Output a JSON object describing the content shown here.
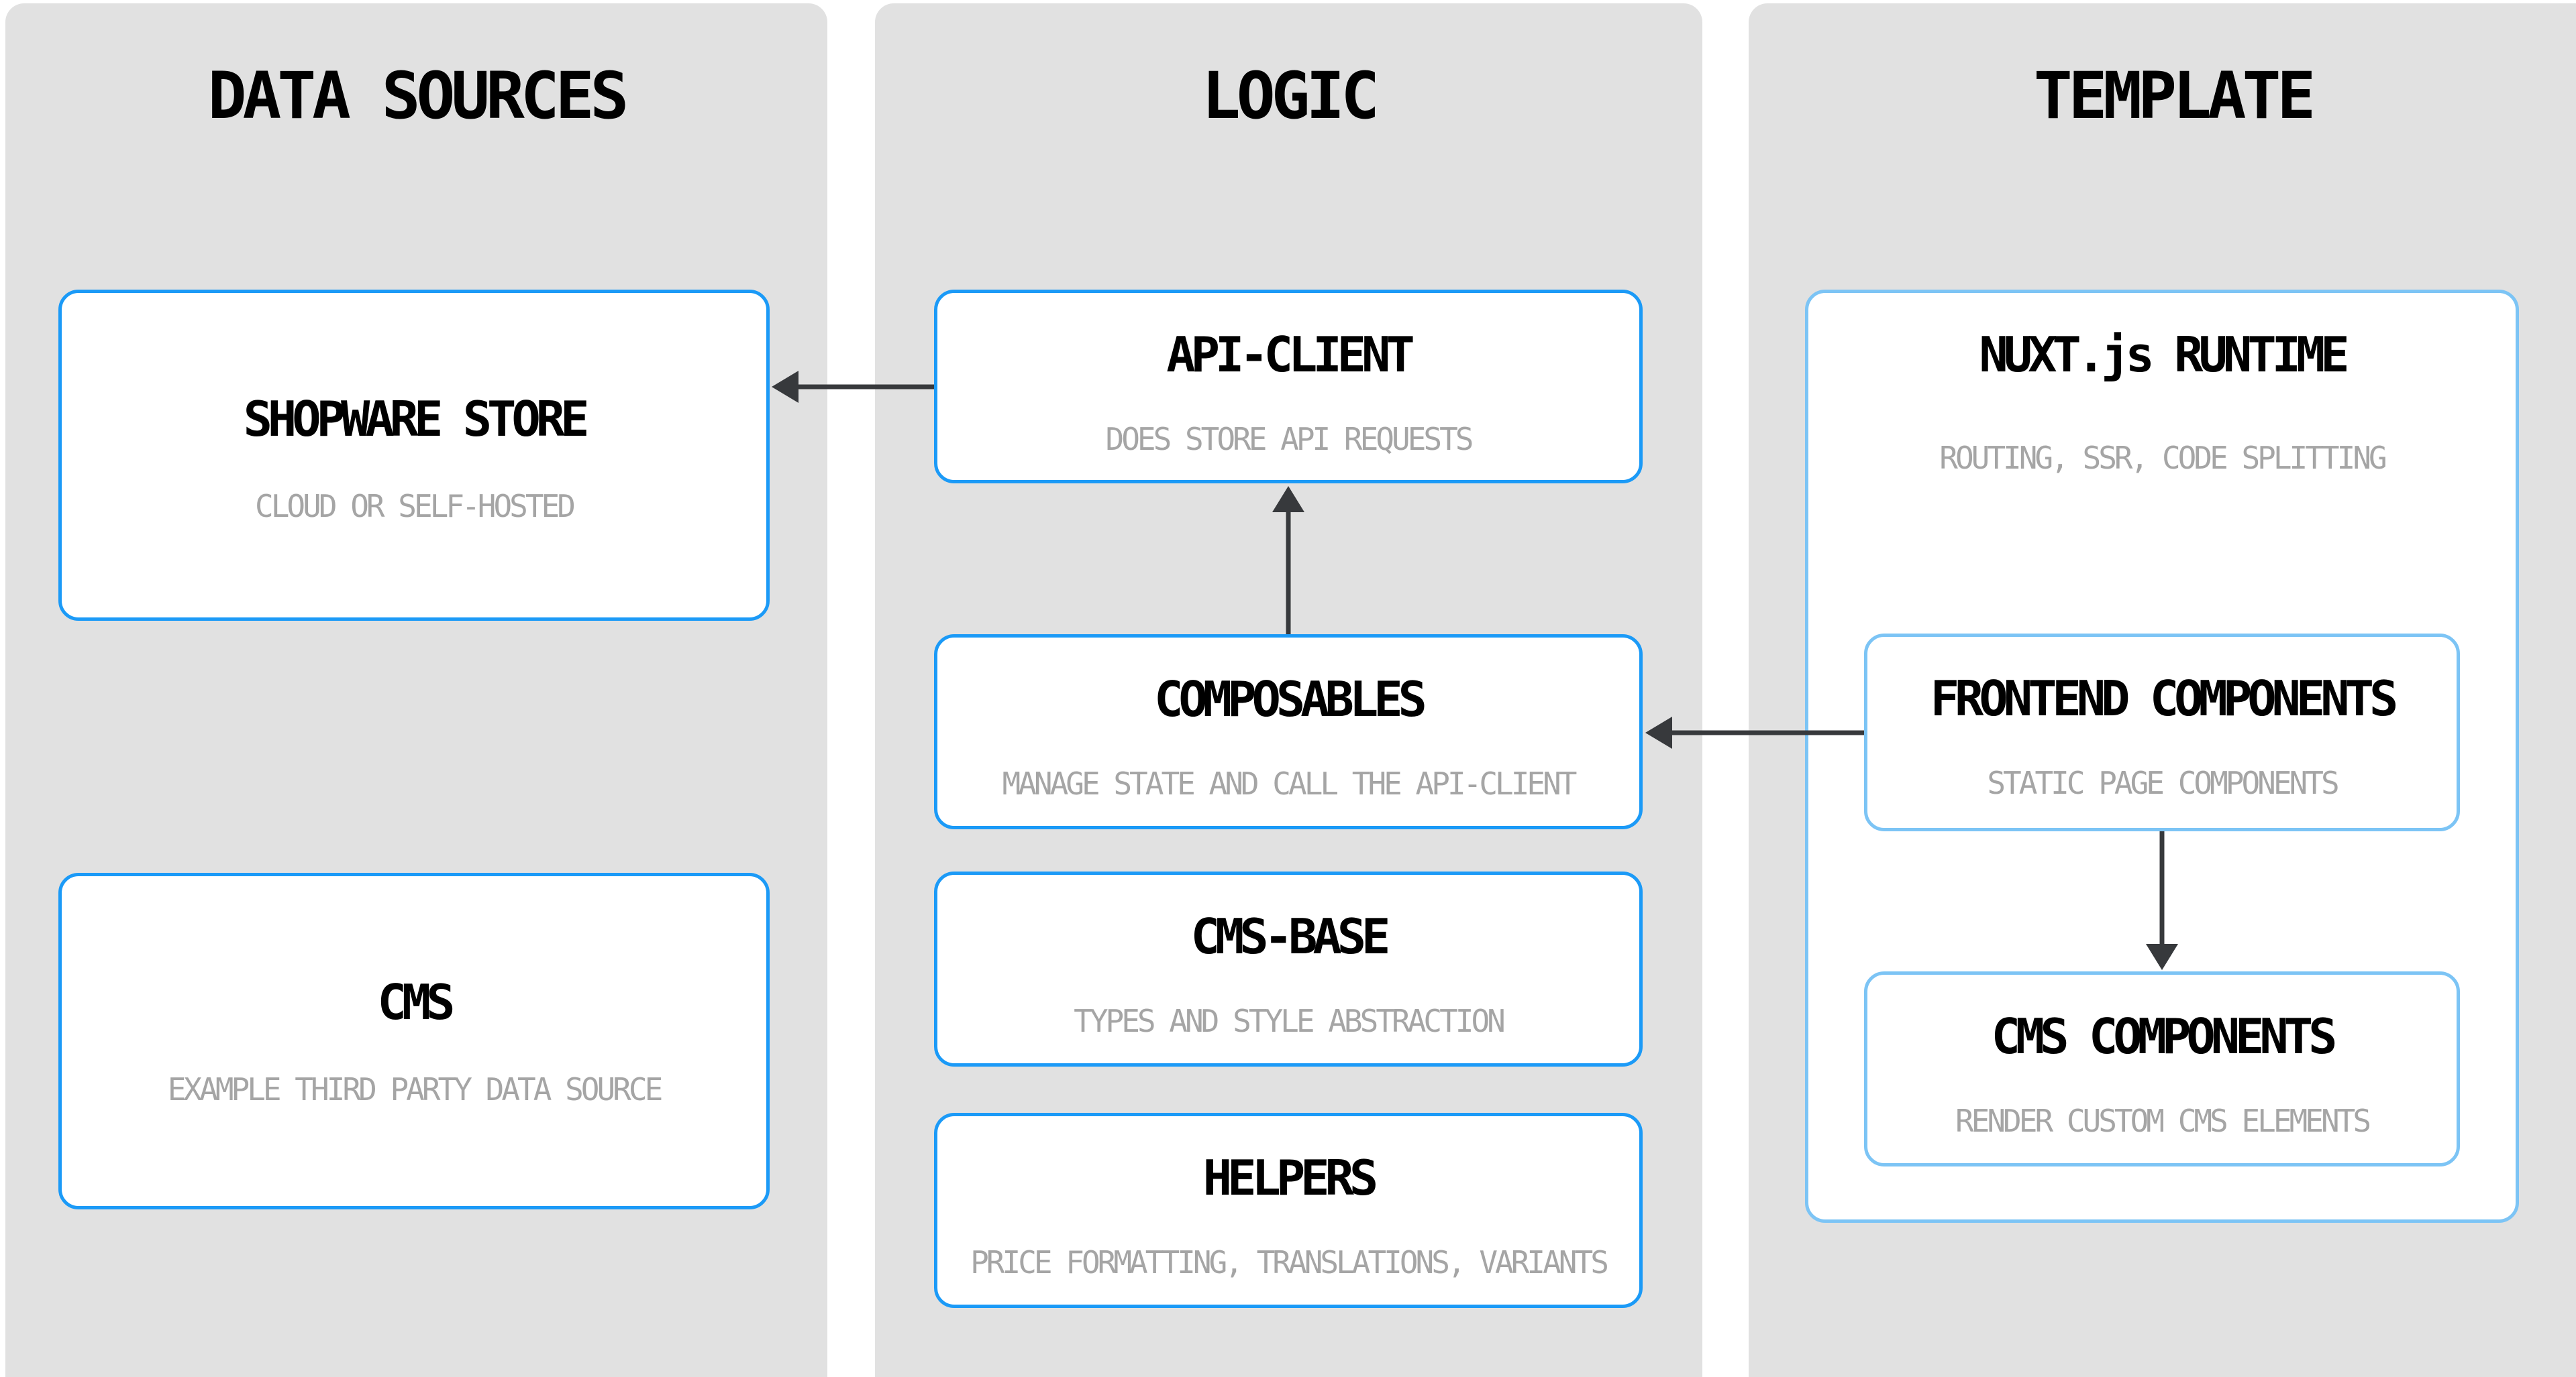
{
  "columns": [
    {
      "title": "DATA SOURCES",
      "boxes": [
        {
          "title": "SHOPWARE STORE",
          "subtitle": "CLOUD OR SELF-HOSTED"
        },
        {
          "title": "CMS",
          "subtitle": "EXAMPLE THIRD PARTY DATA SOURCE"
        }
      ]
    },
    {
      "title": "LOGIC",
      "boxes": [
        {
          "title": "API-CLIENT",
          "subtitle": "DOES STORE API REQUESTS"
        },
        {
          "title": "COMPOSABLES",
          "subtitle": "MANAGE STATE AND CALL THE API-CLIENT"
        },
        {
          "title": "CMS-BASE",
          "subtitle": "TYPES AND STYLE ABSTRACTION"
        },
        {
          "title": "HELPERS",
          "subtitle": "PRICE FORMATTING, TRANSLATIONS, VARIANTS"
        }
      ]
    },
    {
      "title": "TEMPLATE",
      "boxes": [
        {
          "title": "NUXT.js RUNTIME",
          "subtitle": "ROUTING, SSR, CODE SPLITTING"
        },
        {
          "title": "FRONTEND COMPONENTS",
          "subtitle": "STATIC PAGE COMPONENTS"
        },
        {
          "title": "CMS COMPONENTS",
          "subtitle": "RENDER CUSTOM CMS ELEMENTS"
        }
      ]
    }
  ],
  "arrows": [
    {
      "from": "API-CLIENT",
      "to": "SHOPWARE STORE"
    },
    {
      "from": "COMPOSABLES",
      "to": "API-CLIENT"
    },
    {
      "from": "FRONTEND COMPONENTS",
      "to": "COMPOSABLES"
    },
    {
      "from": "FRONTEND COMPONENTS",
      "to": "CMS COMPONENTS"
    }
  ],
  "colors": {
    "accent": "#1b9af7",
    "accent_light": "#7cc4f5",
    "panel_bg": "#e1e1e1",
    "box_bg": "#ffffff",
    "title_text": "#000000",
    "subtitle_text": "#a5a5a5",
    "arrow": "#37393c",
    "page_bg": "#ffffff"
  }
}
